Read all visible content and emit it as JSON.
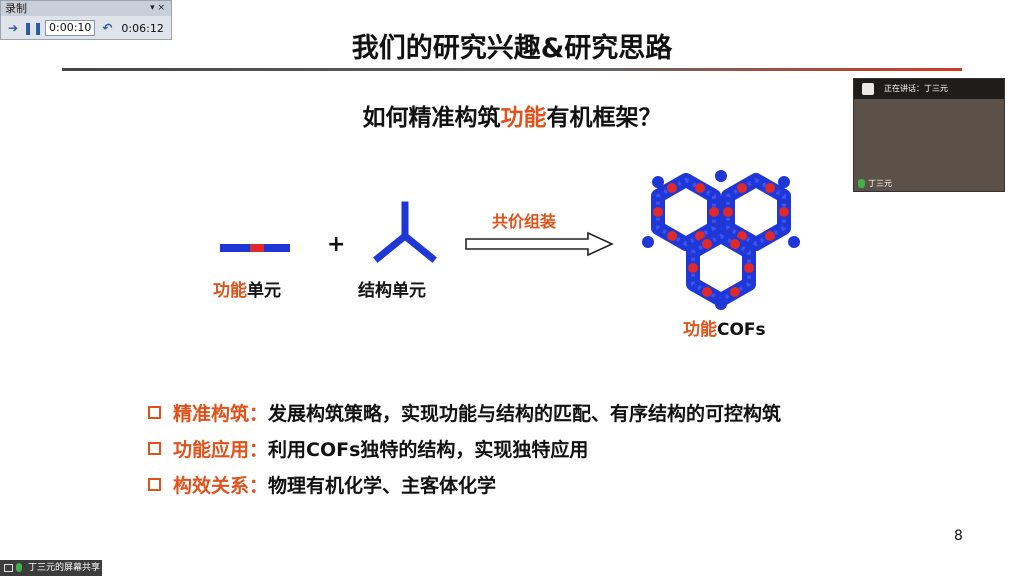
{
  "recorder": {
    "title": "录制",
    "elapsed": "0:00:10",
    "total": "0:06:12",
    "controls_glyph": "▾ ×"
  },
  "slide": {
    "title": "我们的研究兴趣&研究思路",
    "question_pre": "如何精准构筑",
    "question_hl": "功能",
    "question_post": "有机框架？",
    "plus": "+",
    "assemble_label": "共价组装",
    "func_unit_hl": "功能",
    "func_unit_rest": "单元",
    "struct_unit": "结构单元",
    "cof_hl": "功能",
    "cof_rest": "COFs",
    "bullets": [
      {
        "term": "精准构筑：",
        "desc": "发展构筑策略，实现功能与结构的匹配、有序结构的可控构筑"
      },
      {
        "term": "功能应用：",
        "desc": "利用COFs独特的结构，实现独特应用"
      },
      {
        "term": "构效关系：",
        "desc": "物理有机化学、主客体化学"
      }
    ],
    "page_number": "8"
  },
  "video": {
    "speaking": "正在讲话：丁三元",
    "name": "丁三元"
  },
  "share": {
    "label": "丁三元的屏幕共享"
  },
  "colors": {
    "accent": "#e0521b",
    "blue": "#1f37d6",
    "red": "#e02a2a"
  }
}
